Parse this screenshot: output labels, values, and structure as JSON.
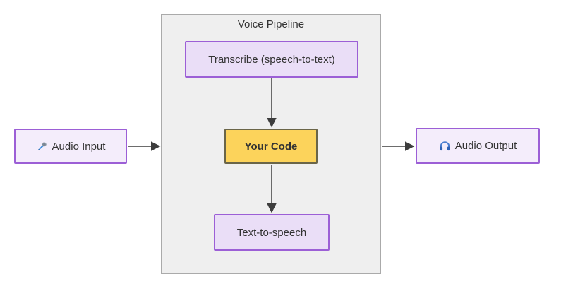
{
  "diagram": {
    "title": "Voice Pipeline",
    "nodes": {
      "audio_input": {
        "label": "Audio Input",
        "icon": "microphone-icon"
      },
      "transcribe": {
        "label": "Transcribe (speech-to-text)"
      },
      "your_code": {
        "label": "Your Code"
      },
      "text_to_speech": {
        "label": "Text-to-speech"
      },
      "audio_output": {
        "label": "Audio Output",
        "icon": "headphones-icon"
      }
    },
    "edges": [
      {
        "from": "audio_input",
        "to": "voice_pipeline"
      },
      {
        "from": "transcribe",
        "to": "your_code"
      },
      {
        "from": "your_code",
        "to": "text_to_speech"
      },
      {
        "from": "voice_pipeline",
        "to": "audio_output"
      }
    ]
  },
  "colors": {
    "purple_border": "#9c5fd6",
    "outer_node_fill": "#f4edfb",
    "inner_node_fill": "#eadef7",
    "yellow_fill": "#fcd35b",
    "yellow_border": "#6a6548",
    "container_fill": "#efefef",
    "container_border": "#aaaaaa",
    "arrow": "#3d3d3d",
    "text": "#333333"
  }
}
